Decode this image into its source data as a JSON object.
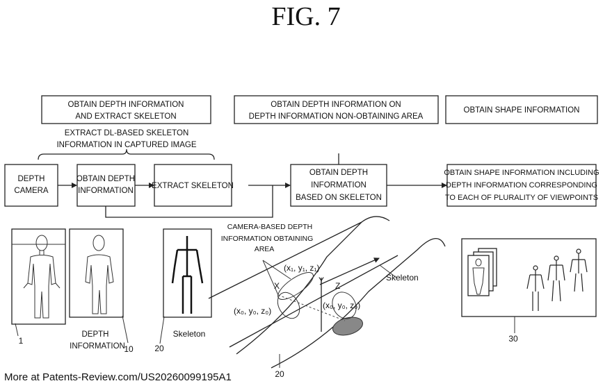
{
  "figure": {
    "title": "FIG. 7"
  },
  "headers": {
    "h1_line1": "OBTAIN DEPTH INFORMATION",
    "h1_line2": "AND EXTRACT SKELETON",
    "h2_line1": "OBTAIN DEPTH INFORMATION ON",
    "h2_line2": "DEPTH INFORMATION NON-OBTAINING AREA",
    "h3_line1": "OBTAIN SHAPE INFORMATION"
  },
  "bracket_note": {
    "line1": "EXTRACT DL-BASED SKELETON",
    "line2": "INFORMATION IN CAPTURED IMAGE"
  },
  "flow": {
    "depth_camera_1": "DEPTH",
    "depth_camera_2": "CAMERA",
    "obtain_depth_1": "OBTAIN DEPTH",
    "obtain_depth_2": "INFORMATION",
    "extract_skeleton": "EXTRACT SKELETON",
    "based_1": "OBTAIN DEPTH",
    "based_2": "INFORMATION",
    "based_3": "BASED ON SKELETON",
    "shape_1": "OBTAIN SHAPE INFORMATION INCLUDING",
    "shape_2": "DEPTH INFORMATION CORRESPONDING",
    "shape_3": "TO EACH OF PLURALITY OF VIEWPOINTS"
  },
  "labels": {
    "ref1": "1",
    "depth_info_1": "DEPTH",
    "depth_info_2": "INFORMATION",
    "ref10": "10",
    "ref20a": "20",
    "skeleton_a": "Skeleton",
    "camera_area_1": "CAMERA-BASED DEPTH",
    "camera_area_2": "INFORMATION OBTAINING",
    "camera_area_3": "AREA",
    "coord1": "(x₁, y₁, z₁)",
    "coordX": "X",
    "coordY": "Y",
    "coordZ": "Z",
    "coord0": "(x₀, y₀, z₀)",
    "coord0b": "(x₀, y₀, z₀)",
    "skeleton_b": "Skeleton",
    "ref20b": "20",
    "ref30": "30"
  },
  "footer": {
    "source": "More at Patents-Review.com/US20260099195A1"
  }
}
